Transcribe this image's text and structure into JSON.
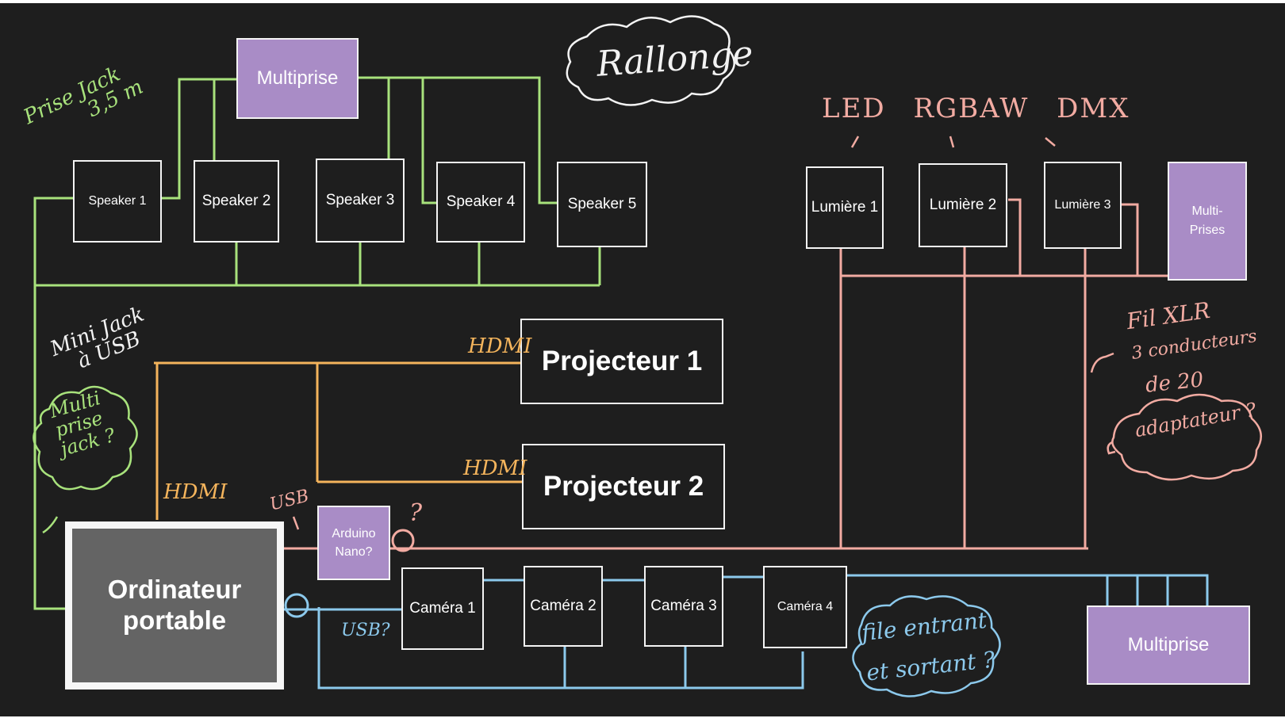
{
  "boxes": {
    "multiprise_top": "Multiprise",
    "speaker_1": "Speaker 1",
    "speaker_2": "Speaker 2",
    "speaker_3": "Speaker 3",
    "speaker_4": "Speaker 4",
    "speaker_5": "Speaker 5",
    "lumiere_1": "Lumière 1",
    "lumiere_2": "Lumière 2",
    "lumiere_3": "Lumière 3",
    "multi_prises_line1": "Multi-",
    "multi_prises_line2": "Prises",
    "projecteur_1": "Projecteur 1",
    "projecteur_2": "Projecteur 2",
    "arduino_line1": "Arduino",
    "arduino_line2": "Nano?",
    "ordinateur_line1": "Ordinateur",
    "ordinateur_line2": "portable",
    "camera_1": "Caméra 1",
    "camera_2": "Caméra 2",
    "camera_3": "Caméra 3",
    "camera_4": "Caméra 4",
    "multiprise_bottom": "Multiprise"
  },
  "annotations": {
    "rallonge": "Rallonge",
    "prise_jack_line1": "Prise Jack",
    "prise_jack_line2": "3,5 m",
    "led_rgbaw_dmx": "LED RGBAW DMX",
    "mini_jack_line1": "Mini Jack",
    "mini_jack_line2": "à USB",
    "hdmi_1": "HDMI",
    "hdmi_2": "HDMI",
    "hdmi_vertical": "HDMI",
    "usb_top": "USB",
    "question_mark": "?",
    "usb_bottom": "USB?",
    "multi_prise_jack_line1": "Multi",
    "multi_prise_jack_line2": "prise",
    "multi_prise_jack_line3": "jack ?",
    "fil_xlr_line1": "Fil XLR",
    "fil_xlr_line2": "3 conducteurs",
    "fil_xlr_line3": "de 20",
    "fil_xlr_line4": "adaptateur ?",
    "file_line1": "file entrant",
    "file_line2": "et sortant ?"
  },
  "colors": {
    "background": "#1e1e1e",
    "audio_wire": "#a8e27c",
    "video_wire": "#f4b45c",
    "light_wire": "#f2aba2",
    "camera_wire": "#8cc9ec",
    "power_box": "#a98cc6",
    "computer_box": "#646464"
  }
}
